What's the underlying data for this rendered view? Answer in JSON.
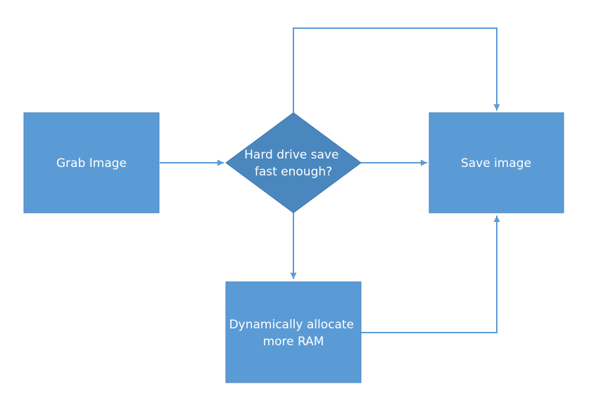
{
  "colors": {
    "box_fill": "#5B9BD5",
    "box_stroke": "#4A86C0",
    "diamond_fill": "#4A87BE",
    "diamond_stroke": "#3F78AE",
    "connector": "#5B9BD5",
    "label_text": "#FFFFFF",
    "background": "#FFFFFF"
  },
  "nodes": {
    "grab_image": {
      "label": "Grab Image"
    },
    "decision": {
      "line1": "Hard drive save",
      "line2": "fast enough?"
    },
    "save_image": {
      "label": "Save image"
    },
    "allocate_ram": {
      "line1": "Dynamically allocate",
      "line2": "more RAM"
    }
  },
  "edges": [
    {
      "from": "grab_image",
      "to": "decision"
    },
    {
      "from": "decision",
      "to": "save_image"
    },
    {
      "from": "decision",
      "to": "save_image",
      "route": "over-top"
    },
    {
      "from": "decision",
      "to": "allocate_ram"
    },
    {
      "from": "allocate_ram",
      "to": "save_image"
    }
  ]
}
